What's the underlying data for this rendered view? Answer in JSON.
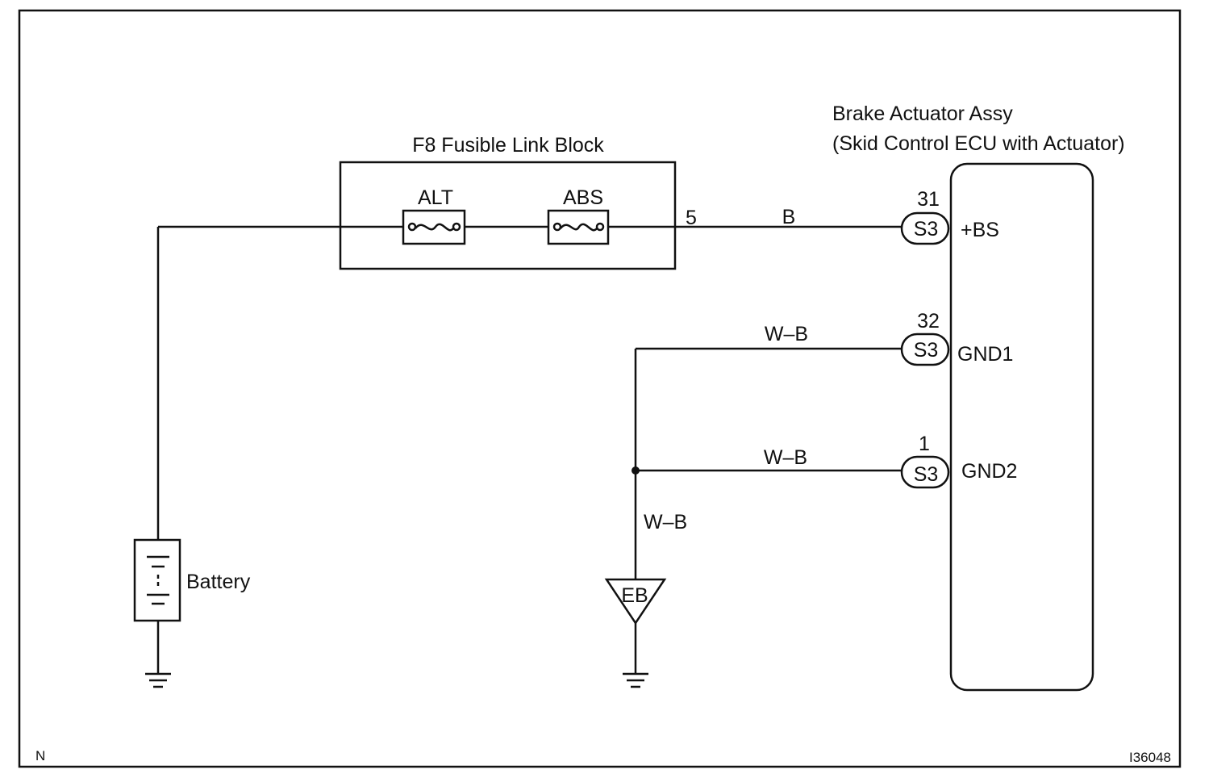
{
  "component_titles": {
    "fusible_block": "F8 Fusible Link Block",
    "ecu_line1": "Brake Actuator Assy",
    "ecu_line2": "(Skid Control ECU with Actuator)",
    "battery": "Battery"
  },
  "fuses": [
    {
      "label": "ALT"
    },
    {
      "label": "ABS"
    }
  ],
  "fusible_block_terminal": "5",
  "wires": {
    "power": "B",
    "gnd1": "W–B",
    "gnd2": "W–B",
    "ground_drop": "W–B"
  },
  "ecu_pins": [
    {
      "pin": "31",
      "connector": "S3",
      "signal": "+BS"
    },
    {
      "pin": "32",
      "connector": "S3",
      "signal": "GND1"
    },
    {
      "pin": "1",
      "connector": "S3",
      "signal": "GND2"
    }
  ],
  "ground_point": "EB",
  "corner_mark": "N",
  "figure_code": "I36048",
  "colors": {
    "ink": "#111111",
    "paper": "#ffffff"
  }
}
